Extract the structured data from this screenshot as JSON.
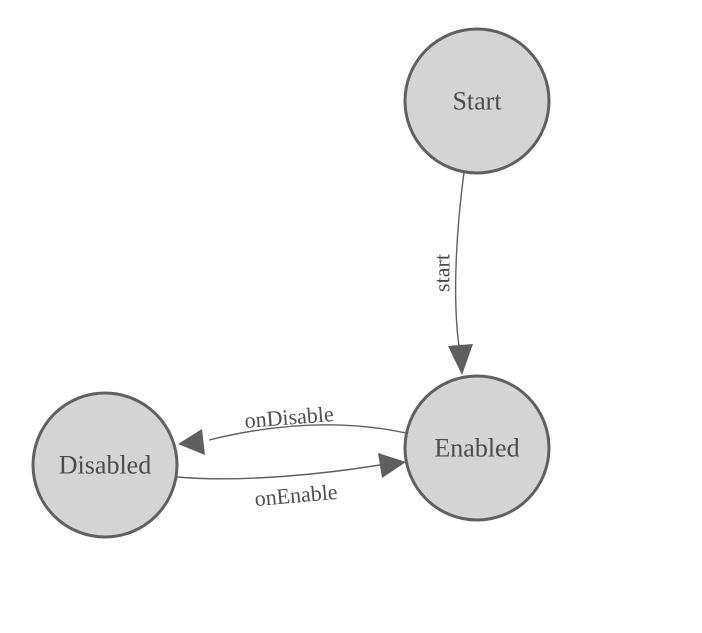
{
  "diagram": {
    "type": "state-machine",
    "nodes": [
      {
        "id": "start",
        "label": "Start"
      },
      {
        "id": "enabled",
        "label": "Enabled"
      },
      {
        "id": "disabled",
        "label": "Disabled"
      }
    ],
    "edges": [
      {
        "from": "Start",
        "to": "Enabled",
        "label": "start"
      },
      {
        "from": "Enabled",
        "to": "Disabled",
        "label": "onDisable"
      },
      {
        "from": "Disabled",
        "to": "Enabled",
        "label": "onEnable"
      }
    ],
    "colors": {
      "background": "#ffffff",
      "node_fill": "#d4d4d4",
      "node_stroke": "#606060",
      "edge_stroke": "#606060",
      "arrowhead_fill": "#5f5f5f",
      "node_label_color": "#4b4b4b",
      "edge_label_color": "#4f4f4f"
    }
  }
}
